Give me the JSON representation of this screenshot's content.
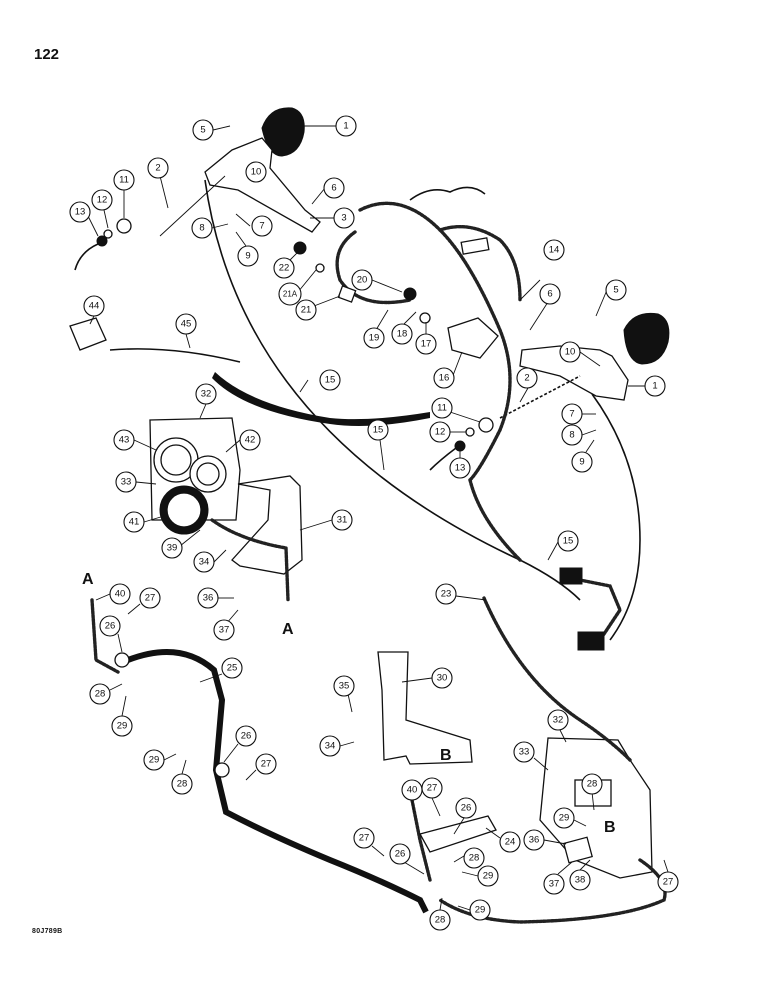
{
  "page_number": "122",
  "drawing_code": "80J789B",
  "section_markers": [
    "A",
    "A",
    "B",
    "B"
  ],
  "callouts": [
    "1",
    "2",
    "3",
    "5",
    "6",
    "7",
    "8",
    "9",
    "10",
    "11",
    "12",
    "13",
    "14",
    "15",
    "16",
    "17",
    "18",
    "19",
    "20",
    "21",
    "21A",
    "22",
    "23",
    "24",
    "25",
    "26",
    "27",
    "28",
    "29",
    "30",
    "31",
    "32",
    "33",
    "34",
    "35",
    "36",
    "37",
    "38",
    "39",
    "40",
    "41",
    "42",
    "43",
    "44",
    "45"
  ]
}
